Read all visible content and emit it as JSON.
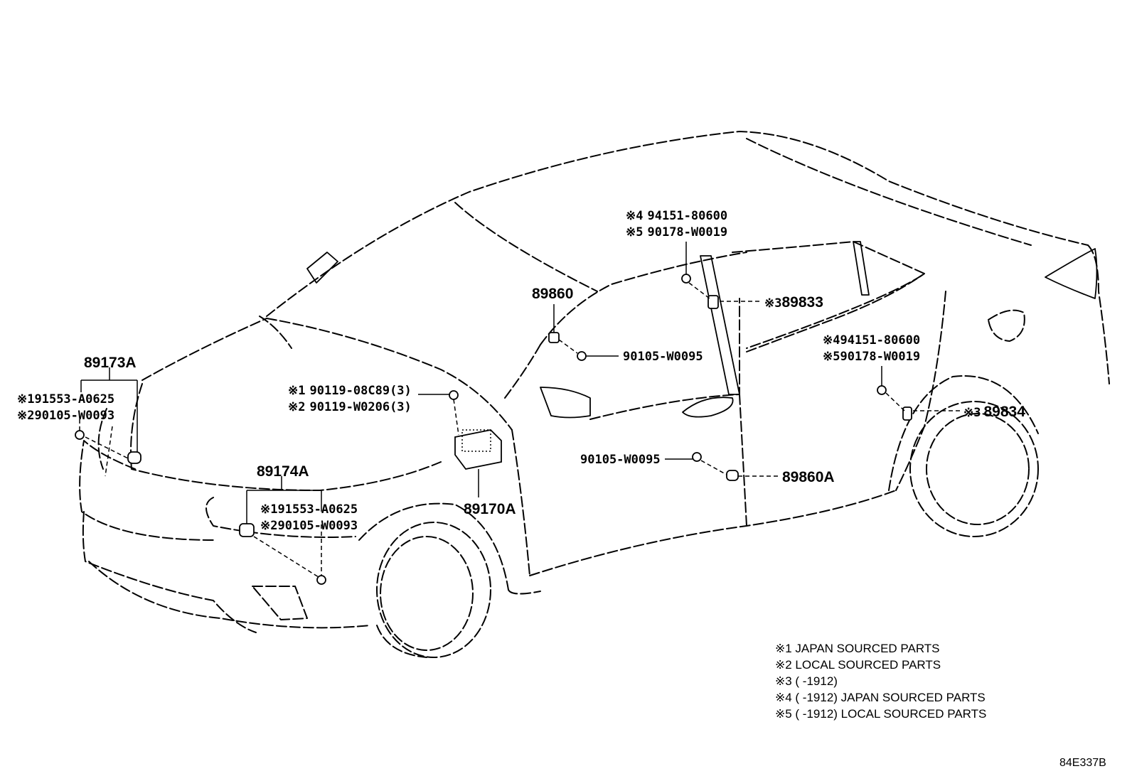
{
  "parts": {
    "p89173A": "89173A",
    "p89174A": "89174A",
    "p89860": "89860",
    "p89860A": "89860A",
    "p89170A": "89170A",
    "p89833": "89833",
    "p89834": "89834",
    "bolt_front_a1": "91553-A0625",
    "bolt_front_a2": "90105-W0093",
    "bolt_front_b1": "91553-A0625",
    "bolt_front_b2": "90105-W0093",
    "screw_ecu_1": "90119-08C89(3)",
    "screw_ecu_2": "90119-W0206(3)",
    "nut_89860": "90105-W0095",
    "nut_89860A": "90105-W0095",
    "rear_upper_4": "94151-80600",
    "rear_upper_5": "90178-W0019",
    "rear_lower_4": "94151-80600",
    "rear_lower_5": "90178-W0019"
  },
  "markers": {
    "m1": "※1",
    "m2": "※2",
    "m3": "※3",
    "m4": "※4",
    "m5": "※5"
  },
  "legend": [
    "※1 JAPAN SOURCED PARTS",
    "※2 LOCAL SOURCED PARTS",
    "※3 (       -1912)",
    "※4 (       -1912) JAPAN SOURCED PARTS",
    "※5 (       -1912) LOCAL SOURCED PARTS"
  ],
  "diagram_code": "84E337B"
}
